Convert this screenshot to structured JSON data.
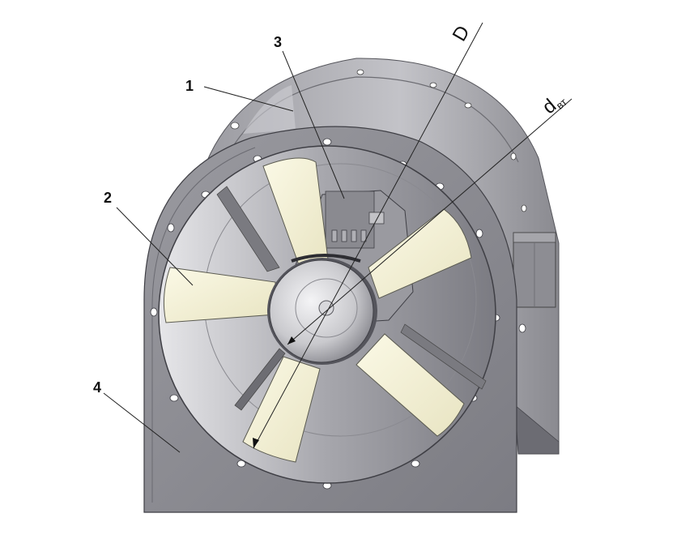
{
  "callouts": [
    {
      "id": "1",
      "text": "1"
    },
    {
      "id": "2",
      "text": "2"
    },
    {
      "id": "3",
      "text": "3"
    },
    {
      "id": "4",
      "text": "4"
    }
  ],
  "dimensions": {
    "outer": {
      "symbol": "D"
    },
    "hub": {
      "symbol": "d",
      "subscript": "вт"
    }
  },
  "colors": {
    "housing": "#8c8c92",
    "housing_light": "#b9b9be",
    "housing_dark": "#5f5f66",
    "blade": "#f4f1d6",
    "hub": "#d4d4d8",
    "motor": "#9a9a9f",
    "background": "#ffffff"
  },
  "icons": [
    "fan-blade-icon",
    "motor-icon",
    "junction-box-icon"
  ]
}
